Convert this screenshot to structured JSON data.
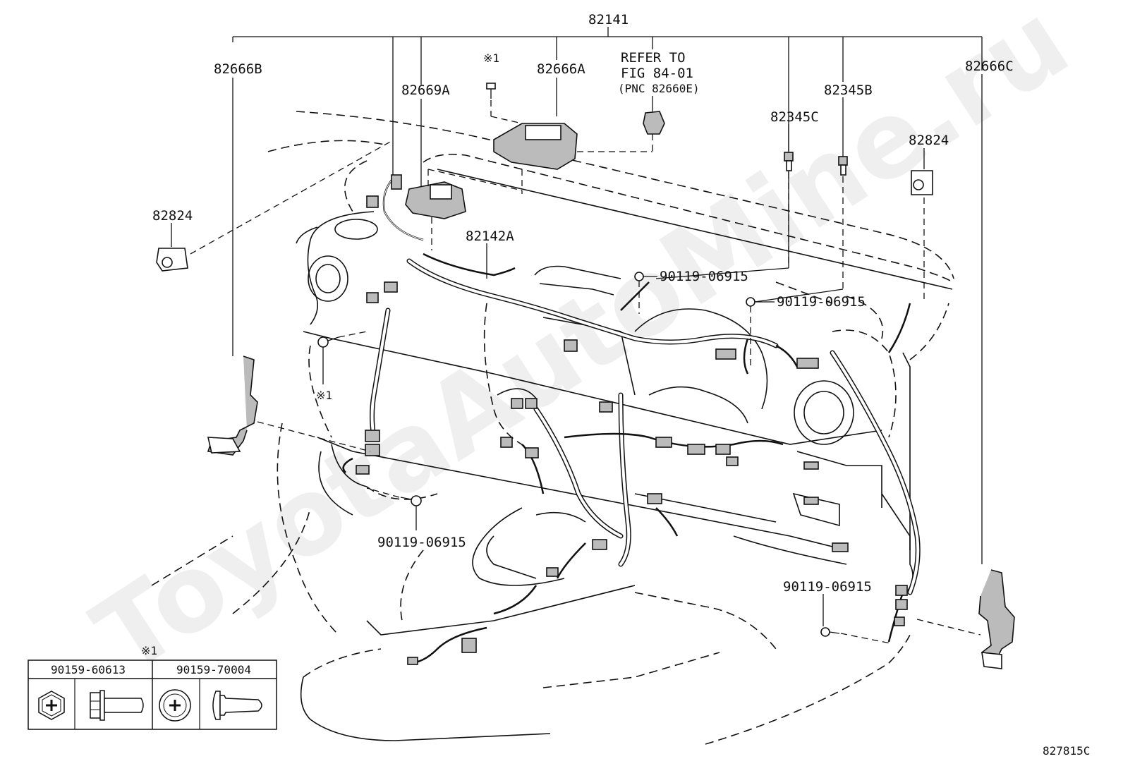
{
  "labels": {
    "main_harness": "82141",
    "p82666B": "82666B",
    "p82669A": "82669A",
    "note_mark_top": "※1",
    "p82666A": "82666A",
    "refer_line1": "REFER TO",
    "refer_line2": "FIG 84-01",
    "refer_line3": "(PNC 82660E)",
    "p82345C": "82345C",
    "p82345B": "82345B",
    "p82666C": "82666C",
    "p82824_left": "82824",
    "p82824_right": "82824",
    "p82142A": "82142A",
    "bolt_1": "90119-06915",
    "bolt_2": "90119-06915",
    "bolt_3": "90119-06915",
    "bolt_4": "90119-06915",
    "note_mark_left": "※1",
    "diagram_id": "827815C"
  },
  "legend": {
    "mark": "※1",
    "col1": "90159-60613",
    "col2": "90159-70004"
  },
  "watermark": "ToyotaAutoMine.ru"
}
